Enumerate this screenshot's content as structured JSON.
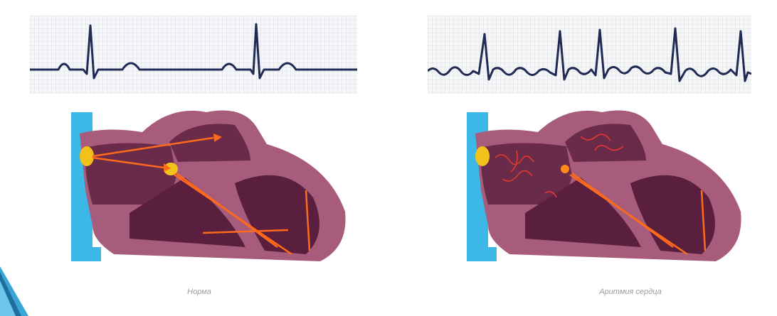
{
  "panels": [
    {
      "id": "normal",
      "caption": "Норма"
    },
    {
      "id": "arrhythmia",
      "caption": "Аритмия сердца"
    }
  ],
  "colors": {
    "ecg_line": "#1f2a55",
    "grid": "#c9cdd6",
    "heart_wall": "#a85c7c",
    "heart_chamber": "#6a2a4a",
    "vessel": "#3db7e6",
    "conduction": "#ff6a1a",
    "node": "#f2c21b"
  }
}
